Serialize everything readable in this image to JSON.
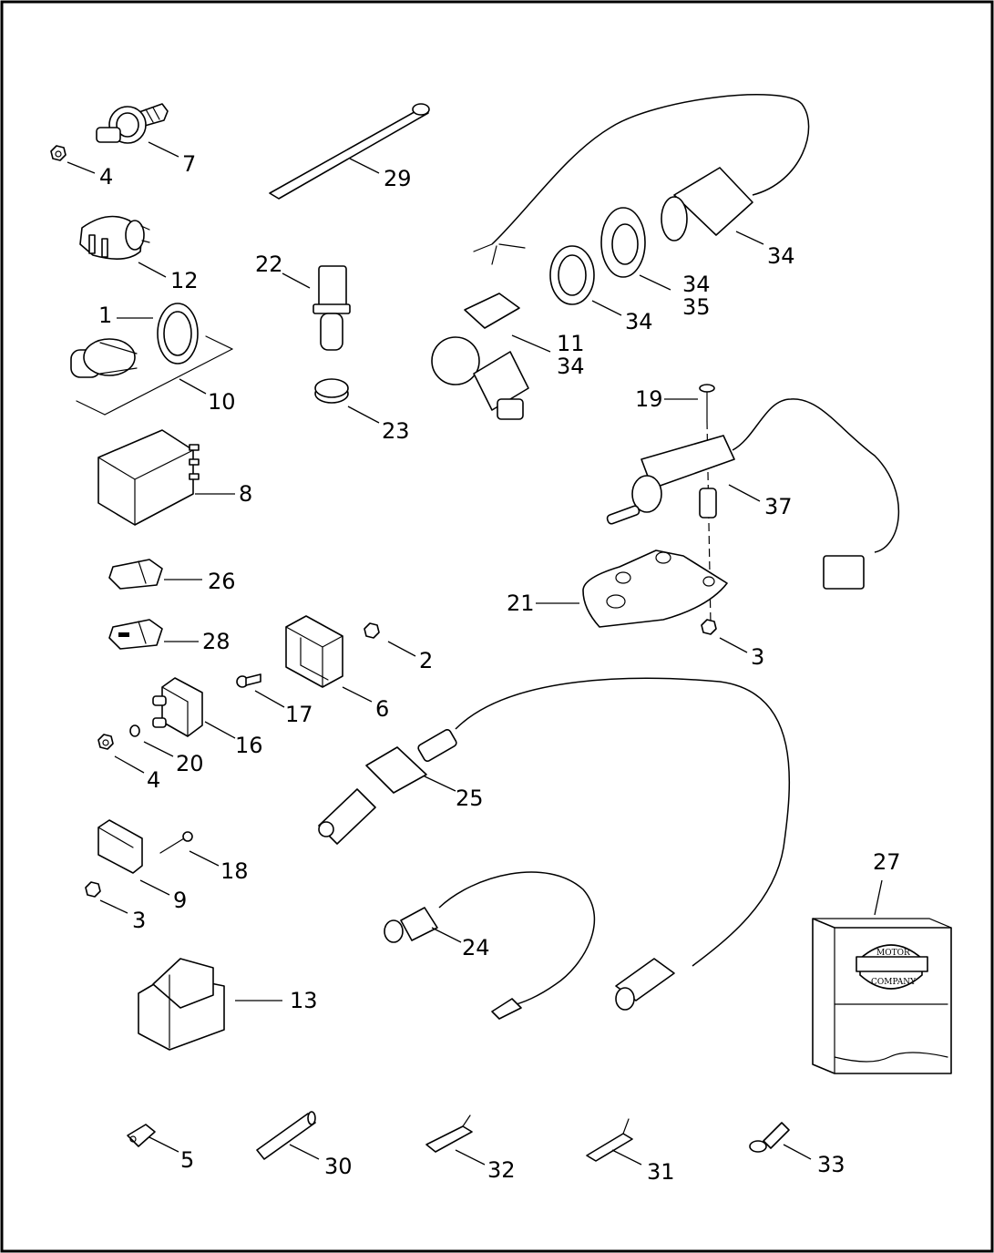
{
  "callouts": [
    {
      "id": "c7",
      "text": "7"
    },
    {
      "id": "c4a",
      "text": "4"
    },
    {
      "id": "c29",
      "text": "29"
    },
    {
      "id": "c34a",
      "text": "34"
    },
    {
      "id": "c12",
      "text": "12"
    },
    {
      "id": "c22",
      "text": "22"
    },
    {
      "id": "c34b",
      "text": "34"
    },
    {
      "id": "c35",
      "text": "35"
    },
    {
      "id": "c34c",
      "text": "34"
    },
    {
      "id": "c1",
      "text": "1"
    },
    {
      "id": "c11",
      "text": "11"
    },
    {
      "id": "c34d",
      "text": "34"
    },
    {
      "id": "c10",
      "text": "10"
    },
    {
      "id": "c23",
      "text": "23"
    },
    {
      "id": "c19",
      "text": "19"
    },
    {
      "id": "c8",
      "text": "8"
    },
    {
      "id": "c37",
      "text": "37"
    },
    {
      "id": "c26",
      "text": "26"
    },
    {
      "id": "c21",
      "text": "21"
    },
    {
      "id": "c28",
      "text": "28"
    },
    {
      "id": "c2",
      "text": "2"
    },
    {
      "id": "c3a",
      "text": "3"
    },
    {
      "id": "c17",
      "text": "17"
    },
    {
      "id": "c6",
      "text": "6"
    },
    {
      "id": "c16",
      "text": "16"
    },
    {
      "id": "c20",
      "text": "20"
    },
    {
      "id": "c4b",
      "text": "4"
    },
    {
      "id": "c25",
      "text": "25"
    },
    {
      "id": "c27",
      "text": "27"
    },
    {
      "id": "c18",
      "text": "18"
    },
    {
      "id": "c9",
      "text": "9"
    },
    {
      "id": "c3b",
      "text": "3"
    },
    {
      "id": "c24",
      "text": "24"
    },
    {
      "id": "c13",
      "text": "13"
    },
    {
      "id": "c5",
      "text": "5"
    },
    {
      "id": "c30",
      "text": "30"
    },
    {
      "id": "c32",
      "text": "32"
    },
    {
      "id": "c31",
      "text": "31"
    },
    {
      "id": "c33",
      "text": "33"
    }
  ],
  "logo": {
    "top": "MOTOR",
    "bottom": "COMPANY"
  }
}
